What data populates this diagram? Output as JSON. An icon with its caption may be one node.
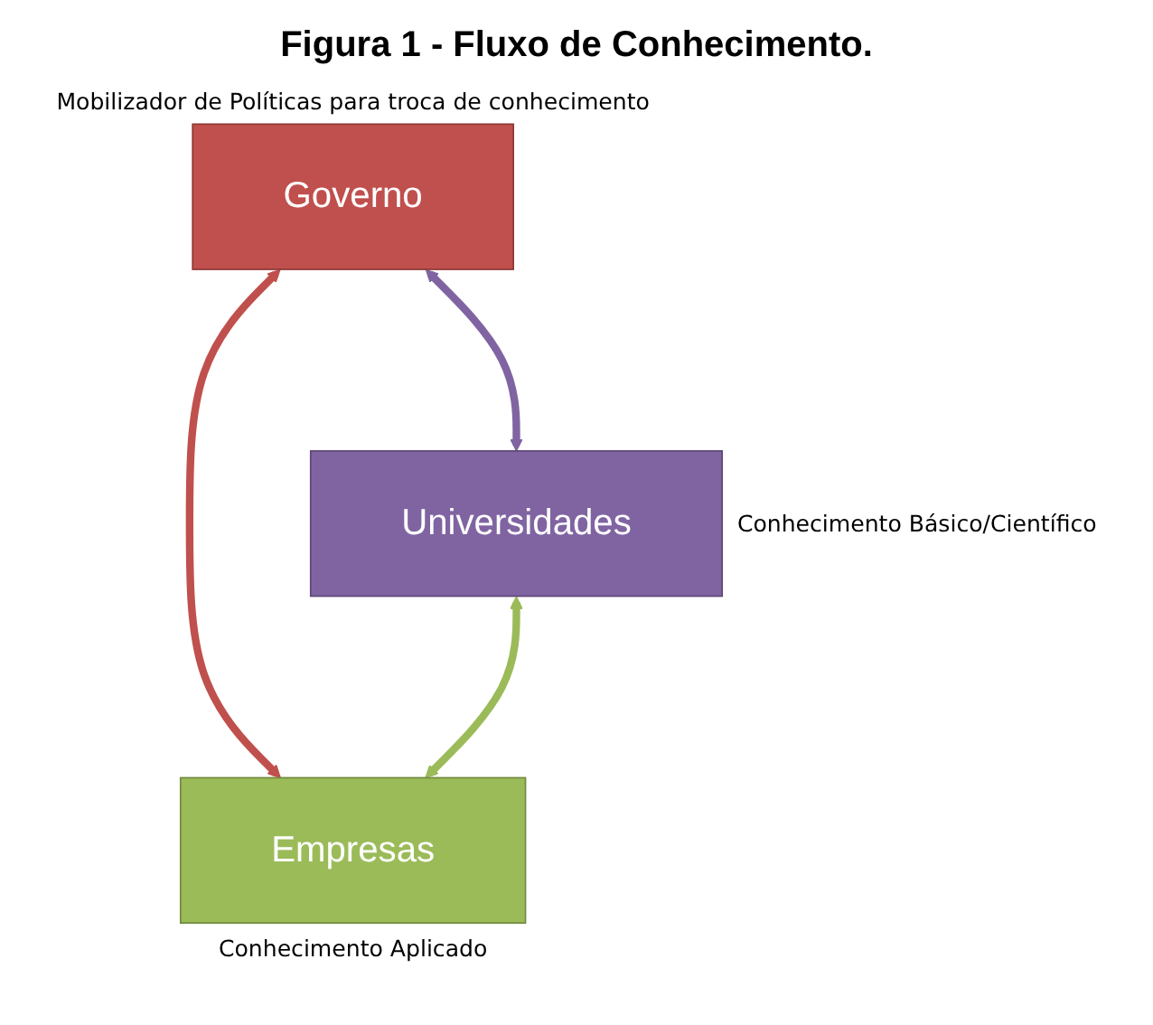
{
  "diagram": {
    "title": "Figura 1 - Fluxo de Conhecimento.",
    "nodes": [
      {
        "text": [
          "Governo"
        ],
        "beside": [
          "Mobilizador de Políticas para troca de conhecimento"
        ]
      },
      {
        "text": [
          "Universidades"
        ],
        "beside": [
          "Conhecimento Básico/Científico"
        ]
      },
      {
        "text": [
          "Empresas"
        ],
        "beside": [
          "Conhecimento Aplicado"
        ]
      }
    ],
    "edges": [
      {
        "from": 0,
        "to": 1,
        "arrow": "both",
        "color": "#8064a2"
      },
      {
        "from": 0,
        "to": 2,
        "arrow": "both",
        "color": "#c0504d"
      },
      {
        "from": 1,
        "to": 2,
        "arrow": "both",
        "color": "#9bbb59"
      }
    ]
  }
}
